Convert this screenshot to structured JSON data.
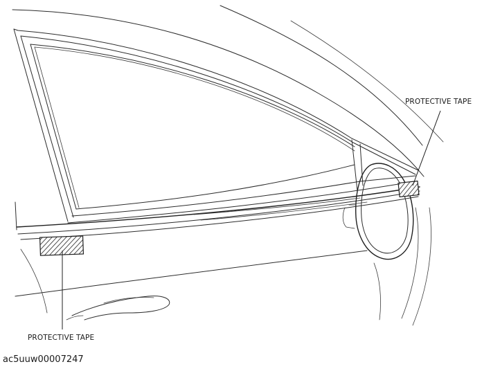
{
  "labels": {
    "protective_tape_right": "PROTECTIVE TAPE",
    "protective_tape_left": "PROTECTIVE TAPE"
  },
  "image_code": "ac5uuw00007247"
}
